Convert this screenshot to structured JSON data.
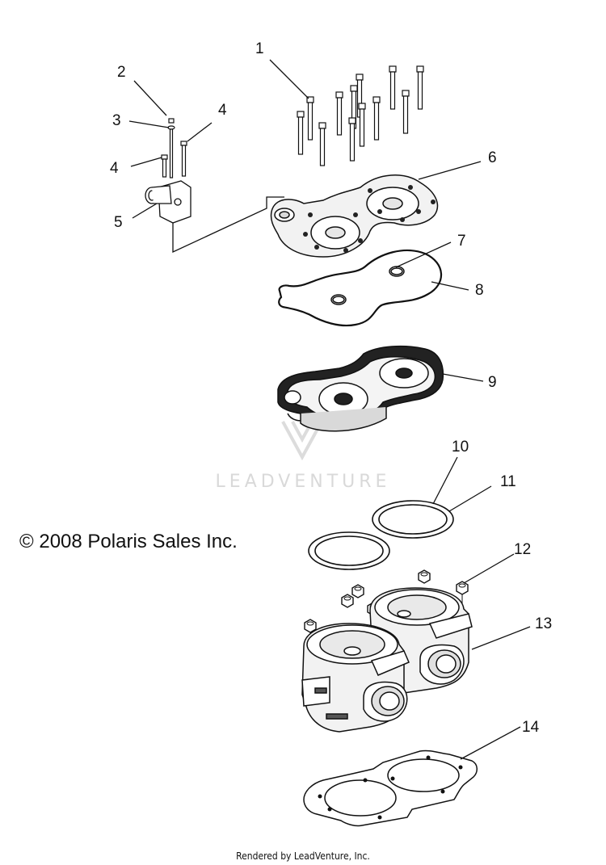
{
  "callouts": [
    "1",
    "2",
    "3",
    "4",
    "4",
    "5",
    "6",
    "7",
    "8",
    "9",
    "10",
    "11",
    "12",
    "13",
    "14"
  ],
  "copyright": "© 2008 Polaris Sales Inc.",
  "watermark": "LEADVENTURE",
  "footer": "Rendered by LeadVenture, Inc."
}
